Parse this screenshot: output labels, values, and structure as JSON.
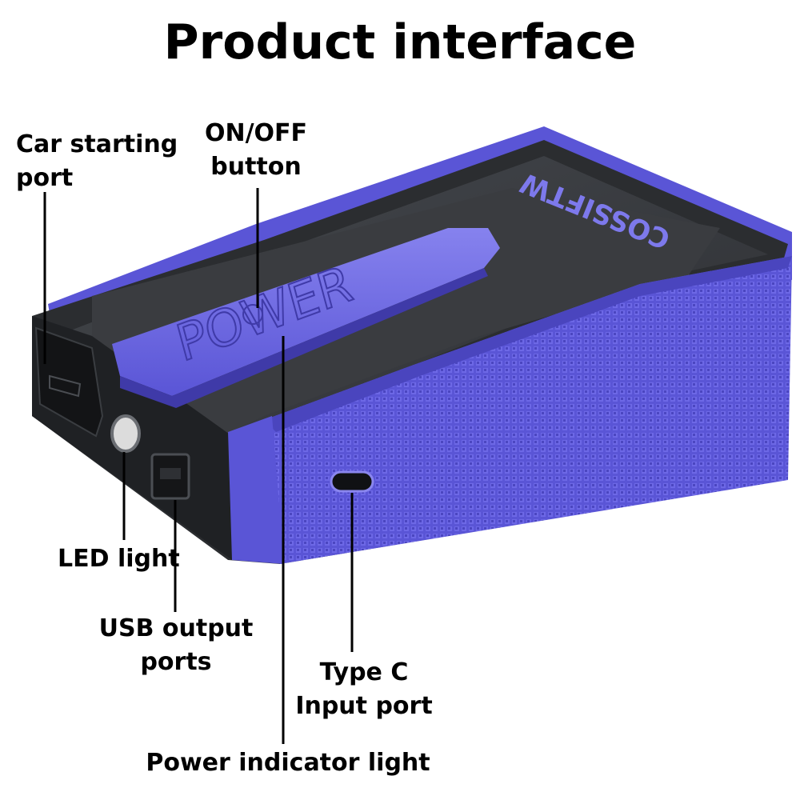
{
  "title": "Product interface",
  "device": {
    "brand_text": "COSSIFTW",
    "panel_text": "POWER",
    "body_color": "#5a55d6",
    "body_dark": "#3f3aa8",
    "case_color": "#2b2d30",
    "panel_color": "#3a3c40"
  },
  "labels": {
    "car_port_line1": "Car starting",
    "car_port_line2": "port",
    "onoff_line1": "ON/OFF",
    "onoff_line2": "button",
    "led": "LED light",
    "usb_line1": "USB output",
    "usb_line2": "ports",
    "typec_line1": "Type C",
    "typec_line2": "Input port",
    "power_indicator": "Power indicator light"
  }
}
